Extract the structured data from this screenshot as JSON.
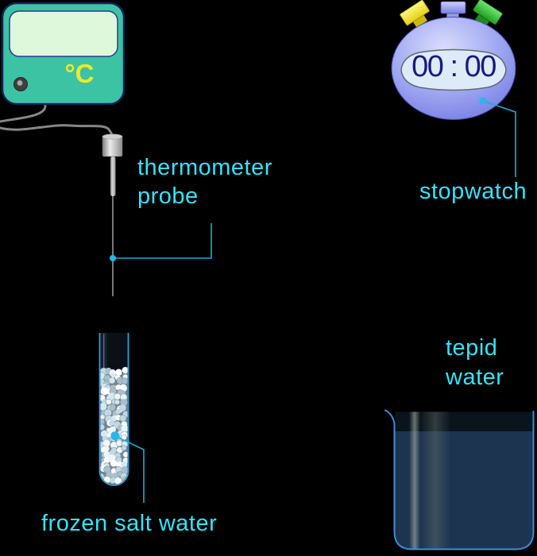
{
  "scene": {
    "background_color": "#000000"
  },
  "annotations": {
    "text_color": "#35e3f6",
    "line_color": "#1ca9dd",
    "dot_color": "#29b6e9",
    "labels": {
      "probe_line1": "thermometer",
      "probe_line2": "probe",
      "stopwatch": "stopwatch",
      "tepid_line1": "tepid",
      "tepid_line2": "water",
      "frozen": "frozen salt water"
    }
  },
  "thermometer_unit": {
    "unit_label": "°C",
    "unit_label_color": "#f0e82a",
    "body_color": "#3cc3a4",
    "screen_color": "#def8dc"
  },
  "stopwatch": {
    "time_display": "00 : 00",
    "digit_color": "#1a1a80",
    "body_color": "#8d94ee",
    "face_color": "#dcebf7",
    "buttons": {
      "left_color": "#f2e428",
      "center_color": "#aab2f4",
      "right_color": "#34c434"
    }
  },
  "test_tube": {
    "outline_color": "#2f9fd9",
    "ice_colors": [
      "#ffffff",
      "#eef6fa",
      "#d8e8f0",
      "#c2d8e4",
      "#a8c0cc"
    ]
  },
  "beaker": {
    "outline_color": "#3d8ed8",
    "water_color": "#1d3450"
  }
}
